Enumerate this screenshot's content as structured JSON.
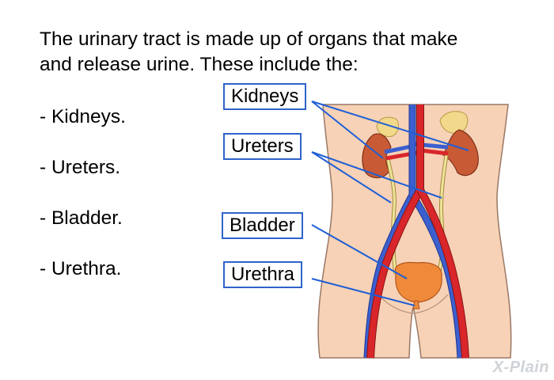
{
  "intro": "The urinary tract is made up of organs that make and release urine. These include the:",
  "list": [
    "- Kidneys.",
    "- Ureters.",
    "- Bladder.",
    "- Urethra."
  ],
  "labels": {
    "kidneys": "Kidneys",
    "ureters": "Ureters",
    "bladder": "Bladder",
    "urethra": "Urethra"
  },
  "watermark": "X-Plain",
  "colors": {
    "leader": "#1f5fd6",
    "skin": "#f7d2b6",
    "artery": "#d9262a",
    "vein": "#3c5fd0",
    "kidney": "#c85a35",
    "ureter": "#efe39a",
    "bladder": "#ef8a3a"
  }
}
